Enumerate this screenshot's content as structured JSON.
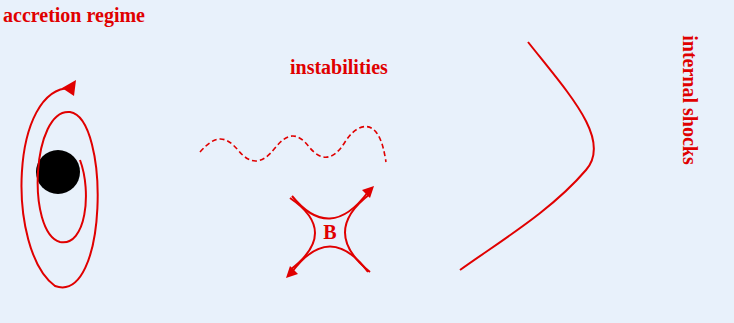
{
  "diagram": {
    "nodes": [
      {
        "text": [
          "accretion regime"
        ]
      },
      {
        "text": [
          "instabilities",
          "B",
          "internal shocks"
        ]
      }
    ]
  }
}
